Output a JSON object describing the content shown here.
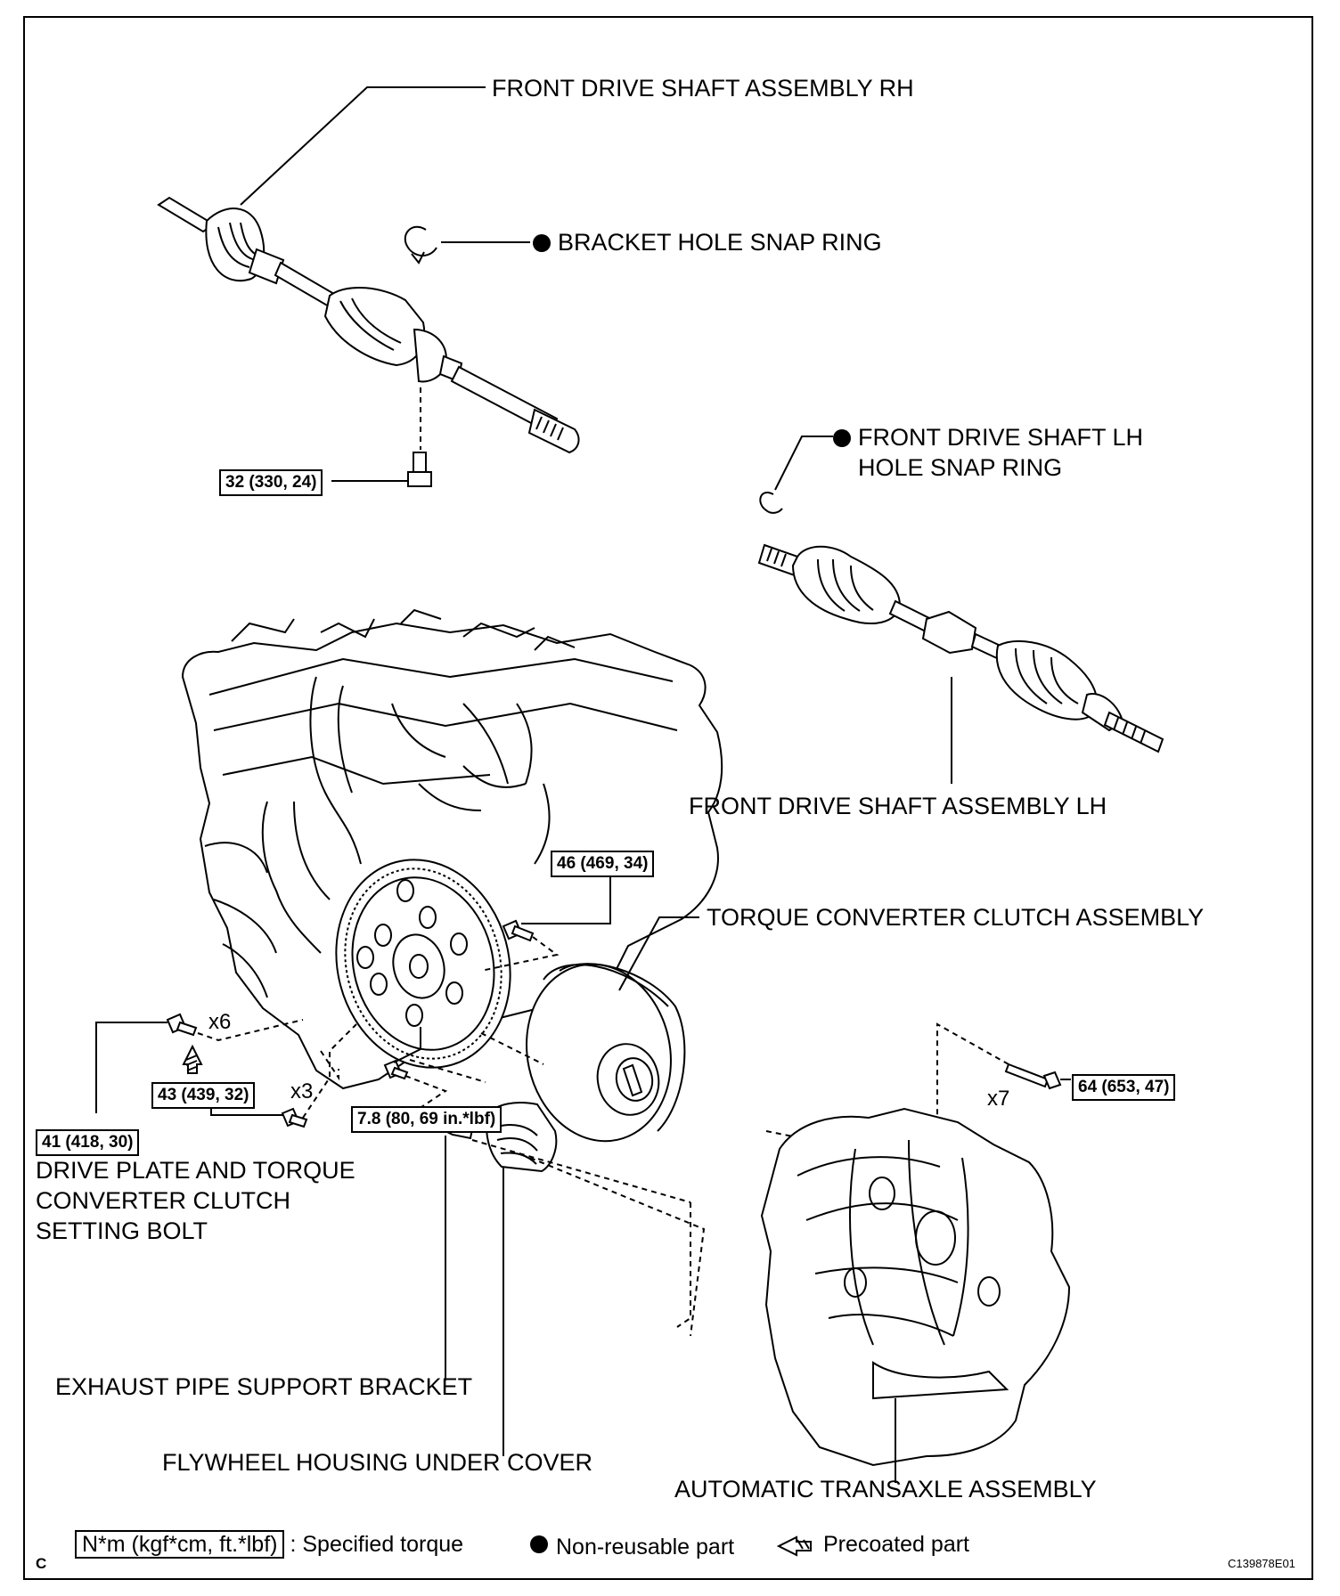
{
  "parts": {
    "drive_shaft_rh": "FRONT DRIVE SHAFT ASSEMBLY RH",
    "bracket_snap_ring": "BRACKET HOLE SNAP RING",
    "lh_snap_ring_line1": "FRONT DRIVE SHAFT LH",
    "lh_snap_ring_line2": "HOLE SNAP RING",
    "drive_shaft_lh": "FRONT DRIVE SHAFT ASSEMBLY LH",
    "torque_converter": "TORQUE CONVERTER CLUTCH ASSEMBLY",
    "setting_bolt_line1": "DRIVE PLATE AND TORQUE",
    "setting_bolt_line2": "CONVERTER CLUTCH",
    "setting_bolt_line3": "SETTING BOLT",
    "exhaust_bracket": "EXHAUST PIPE SUPPORT BRACKET",
    "under_cover": "FLYWHEEL HOUSING UNDER COVER",
    "transaxle": "AUTOMATIC TRANSAXLE ASSEMBLY"
  },
  "torques": {
    "bracket_bolt": "32 (330, 24)",
    "drive_plate_bolt": "46 (469, 34)",
    "setting_bolt": "41 (418, 30)",
    "housing_bolt": "43 (439, 32)",
    "cover_bolt": "7.8 (80, 69 in.*lbf)",
    "transaxle_bolt": "64 (653, 47)"
  },
  "quantities": {
    "setting_bolt": "x6",
    "housing_bolt": "x3",
    "transaxle_bolt": "x7"
  },
  "legend": {
    "torque_unit": "N*m (kgf*cm, ft.*lbf)",
    "torque_desc": ": Specified torque",
    "nonreusable": "Non-reusable part",
    "precoated": "Precoated part"
  },
  "footer": {
    "corner_letter": "C",
    "figure_id": "C139878E01"
  },
  "icons": [
    "non-reusable-dot-icon",
    "precoated-arrow-icon"
  ]
}
